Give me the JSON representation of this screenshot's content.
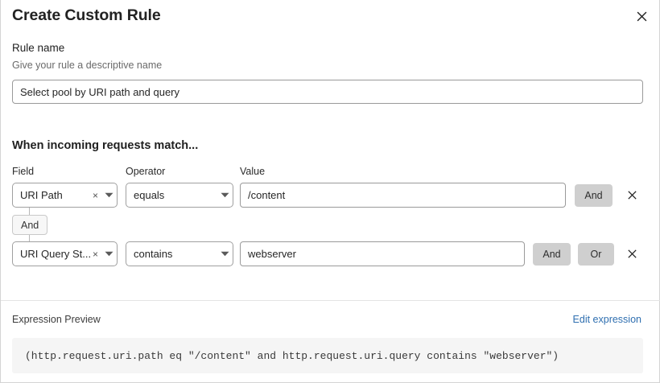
{
  "dialog": {
    "title": "Create Custom Rule",
    "close_icon": "close-icon"
  },
  "rule_name": {
    "label": "Rule name",
    "help": "Give your rule a descriptive name",
    "value": "Select pool by URI path and query",
    "placeholder": "Select pool by URI path and query"
  },
  "match": {
    "section_title": "When incoming requests match...",
    "columns": {
      "field": "Field",
      "operator": "Operator",
      "value": "Value"
    },
    "group_logic": "And",
    "rows": [
      {
        "field": "URI Path",
        "operator": "equals",
        "value": "/content",
        "value_placeholder": "",
        "clear_icon": "×",
        "logic_buttons": [
          "And"
        ],
        "remove_icon": "close-icon"
      },
      {
        "field": "URI Query St...",
        "operator": "contains",
        "value": "webserver",
        "value_placeholder": "",
        "clear_icon": "×",
        "logic_buttons": [
          "And",
          "Or"
        ],
        "remove_icon": "close-icon"
      }
    ]
  },
  "preview": {
    "label": "Expression Preview",
    "edit_link": "Edit expression",
    "expression": "(http.request.uri.path eq \"/content\" and http.request.uri.query contains \"webserver\")"
  },
  "colors": {
    "link": "#2f6fb0",
    "logic_button_bg": "#cfcfcf",
    "preview_bg": "#f5f5f5",
    "border": "#a0a0a0"
  }
}
